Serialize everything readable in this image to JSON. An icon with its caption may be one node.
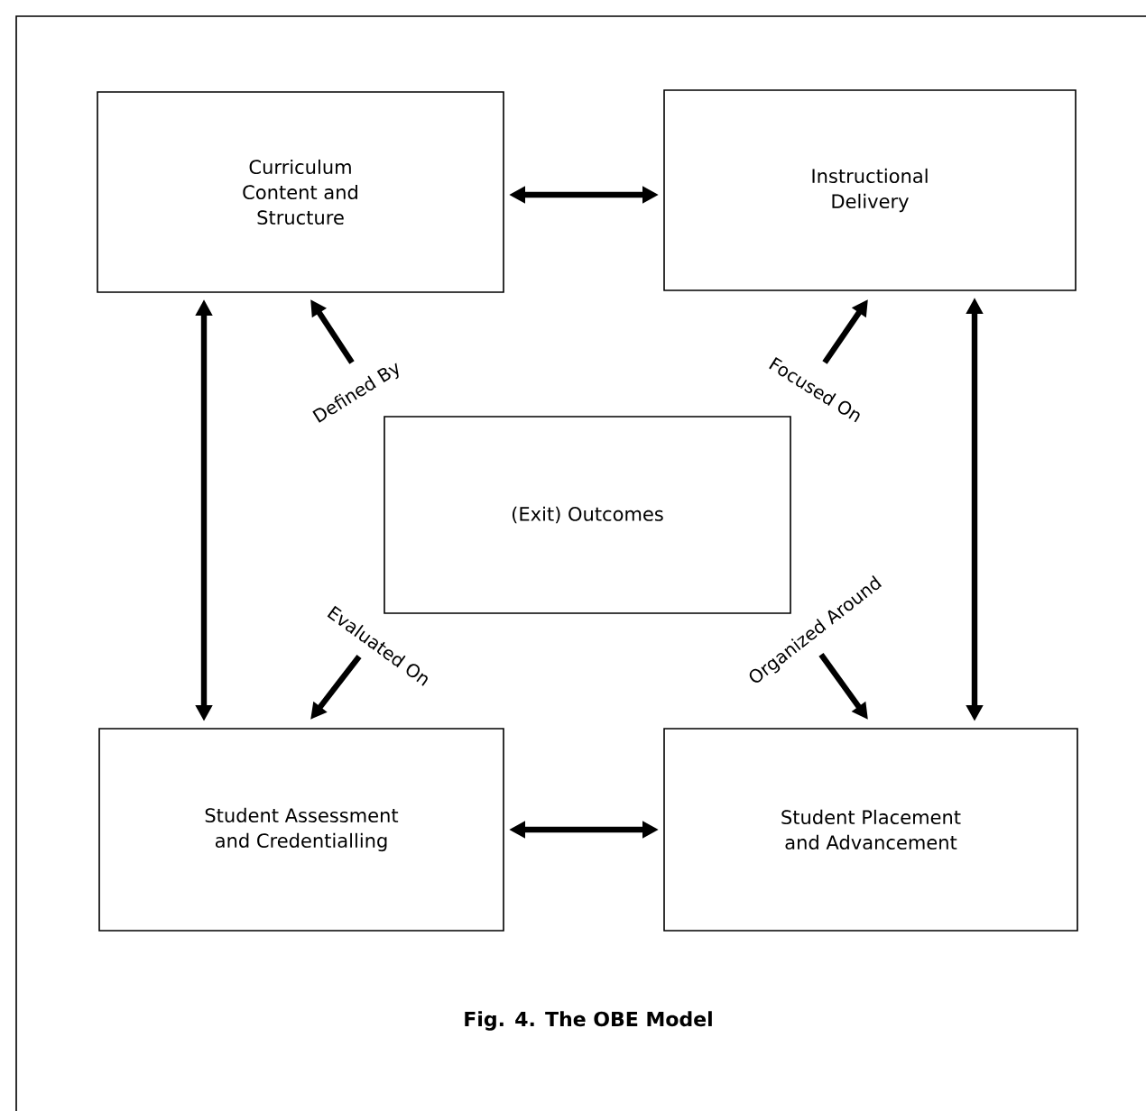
{
  "diagram": {
    "caption": "Fig. 4. The OBE Model",
    "nodes": [
      {
        "text": [
          "Curriculum Content and Structure"
        ]
      },
      {
        "text": [
          "Instructional Delivery"
        ]
      },
      {
        "text": [
          "(Exit) Outcomes"
        ]
      },
      {
        "text": [
          "Student Assessment and Credentialling"
        ]
      },
      {
        "text": [
          "Student Placement and Advancement"
        ]
      }
    ],
    "edges": [
      {
        "from": 0,
        "to": 1,
        "arrow": "both"
      },
      {
        "from": 0,
        "to": 3,
        "arrow": "both"
      },
      {
        "from": 1,
        "to": 4,
        "arrow": "both"
      },
      {
        "from": 3,
        "to": 4,
        "arrow": "both"
      },
      {
        "from": 2,
        "to": 0,
        "arrow": "to",
        "label": "Defined By"
      },
      {
        "from": 2,
        "to": 1,
        "arrow": "to",
        "label": "Focused On"
      },
      {
        "from": 2,
        "to": 3,
        "arrow": "to",
        "label": "Evaluated On"
      },
      {
        "from": 2,
        "to": 4,
        "arrow": "to",
        "label": "Organized Around"
      }
    ]
  }
}
